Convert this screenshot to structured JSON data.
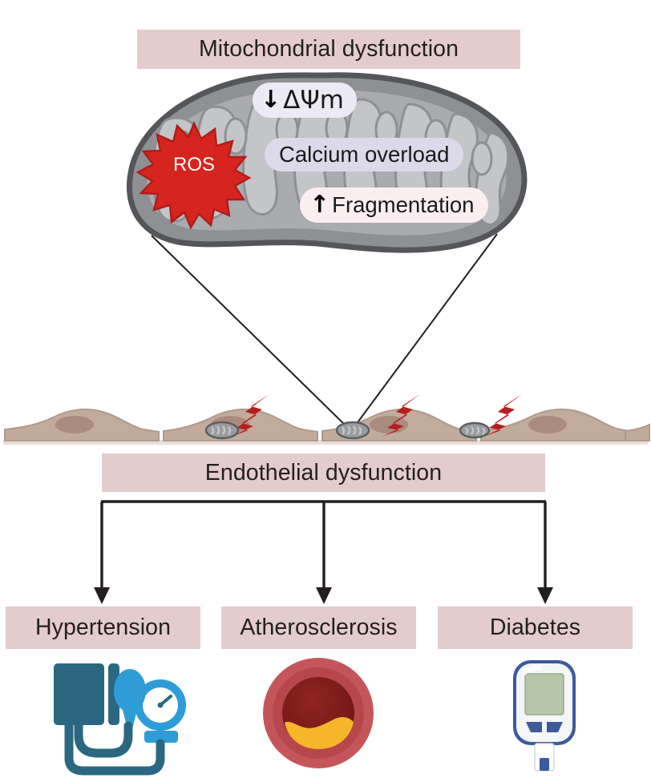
{
  "figure": {
    "type": "biomedical-pathway-diagram",
    "title": "Mitochondrial dysfunction",
    "background": "#ffffff"
  },
  "colors": {
    "label_box_bg": "#e4ccce",
    "pill_lavender_light": "#eceaf4",
    "pill_lavender": "#dcdaea",
    "pill_pink": "#fbeef0",
    "ros_red": "#d6241f",
    "mito_outline": "#545659",
    "mito_matrix": "#8e9093",
    "mito_cristae": "#c3c5c8",
    "cell_body": "#c3ab9c",
    "cell_nucleus": "#a98c7e",
    "lightning_red": "#b51f1f",
    "arrow_black": "#231f20",
    "bp_cuff_dark": "#2b6781",
    "bp_bulb_blue": "#2e9cd6",
    "artery_outer": "#c4565a",
    "artery_mid": "#b8474b",
    "artery_lumen": "#7c1a17",
    "artery_plaque": "#f5b62a",
    "meter_body": "#f4f6f7",
    "meter_edge": "#3c5a9c",
    "meter_screen": "#b6c6a6"
  },
  "top_section": {
    "title_label": "Mitochondrial dysfunction",
    "mitochondrion": {
      "name": "mitochondrion",
      "ros_badge": {
        "label": "ROS",
        "shape": "starburst",
        "color": "#d6241f",
        "text_color": "#ffffff"
      },
      "pills": [
        {
          "id": "dpsi",
          "arrow": "down",
          "arrow_glyph": "↓",
          "text": "ΔΨm",
          "bg": "#eceaf4"
        },
        {
          "id": "calcium",
          "arrow": "none",
          "arrow_glyph": "",
          "text": "Calcium overload",
          "bg": "#dcdaea"
        },
        {
          "id": "fragmentation",
          "arrow": "up",
          "arrow_glyph": "↑",
          "text": "Fragmentation",
          "bg": "#fbeef0"
        }
      ]
    }
  },
  "middle_section": {
    "endothelium": {
      "name": "endothelial-cell-layer",
      "cell_count": 5,
      "mitochondria_count": 3,
      "lightning_bolt_count": 3,
      "magnifier_callout": true
    },
    "endothelial_label": "Endothelial dysfunction"
  },
  "bottom_section": {
    "outcomes": [
      {
        "label": "Hypertension",
        "icon": "blood-pressure-monitor-icon"
      },
      {
        "label": "Atherosclerosis",
        "icon": "artery-cross-section-icon"
      },
      {
        "label": "Diabetes",
        "icon": "glucose-meter-icon"
      }
    ]
  }
}
